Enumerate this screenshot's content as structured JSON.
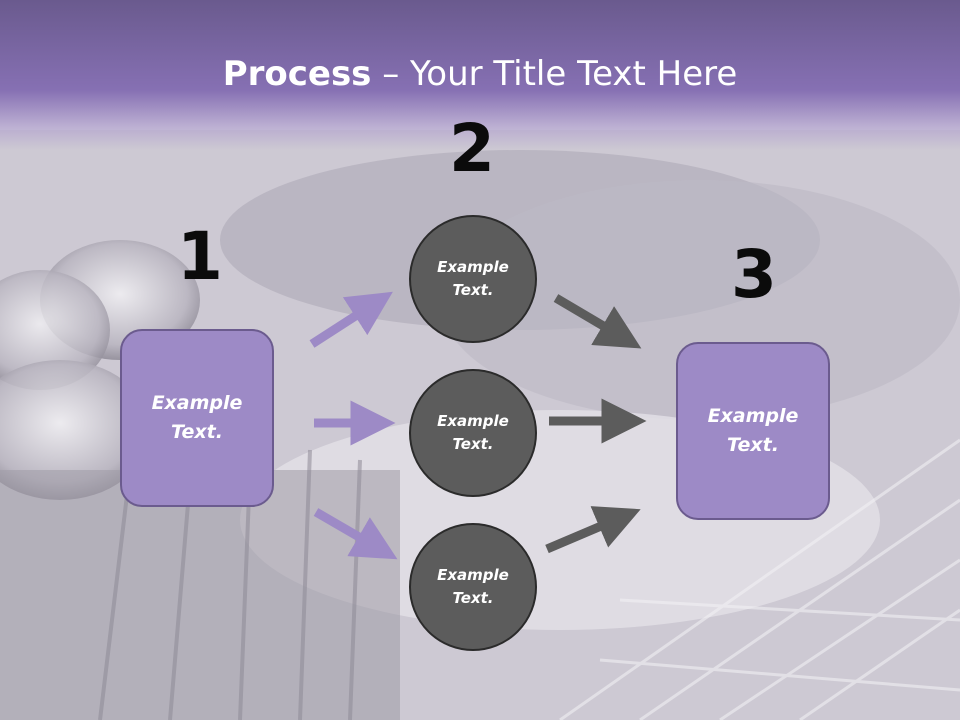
{
  "title": {
    "bold": "Process",
    "rest": " – Your Title Text Here"
  },
  "steps": [
    {
      "number": "1",
      "text_line1": "Example",
      "text_line2": "Text."
    },
    {
      "number": "2"
    },
    {
      "number": "3",
      "text_line1": "Example",
      "text_line2": "Text."
    }
  ],
  "circles": [
    {
      "text_line1": "Example",
      "text_line2": "Text."
    },
    {
      "text_line1": "Example",
      "text_line2": "Text."
    },
    {
      "text_line1": "Example",
      "text_line2": "Text."
    }
  ],
  "colors": {
    "header": "#8670b3",
    "box_fill": "#9d8ac6",
    "circle_fill": "#5c5c5c",
    "arrow_purple": "#9d8ac6",
    "arrow_gray": "#5c5c5c"
  }
}
